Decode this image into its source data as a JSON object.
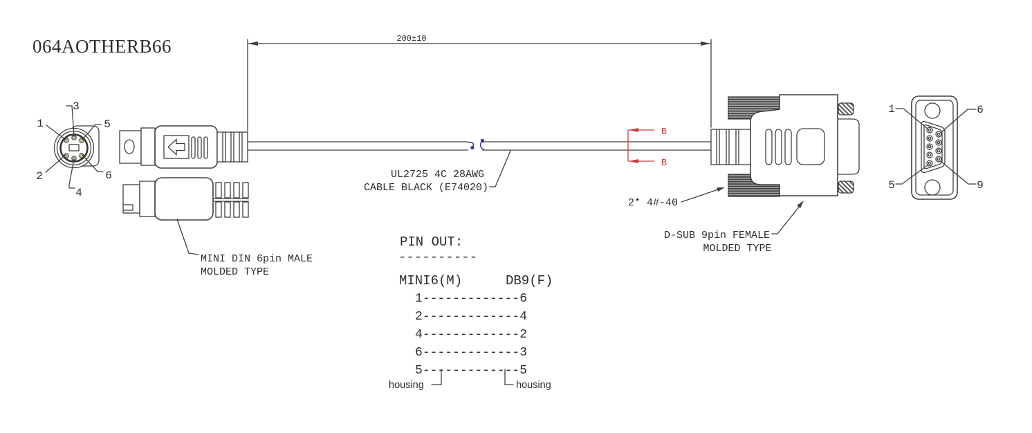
{
  "drawing_number": "064AOTHERB66",
  "dimension": {
    "length_label": "200±10"
  },
  "mini_din": {
    "front_pin_labels": [
      "1",
      "2",
      "3",
      "4",
      "5",
      "6"
    ],
    "type_label_line1": "MINI DIN 6pin MALE",
    "type_label_line2": "MOLDED TYPE"
  },
  "cable": {
    "spec_line1": "UL2725 4C 28AWG",
    "spec_line2": "CABLE BLACK (E74020)"
  },
  "section_marker": {
    "label": "B"
  },
  "d_sub": {
    "screw_label": "2* 4#-40",
    "type_label_line1": "D-SUB 9pin FEMALE",
    "type_label_line2": "MOLDED TYPE",
    "front_pin_labels": [
      "1",
      "6",
      "5",
      "9"
    ]
  },
  "pinout": {
    "heading": "PIN OUT:",
    "underline": "----------",
    "left_header": "MINI6(M)",
    "right_header": "DB9(F)",
    "dashes": "-------------",
    "rows": [
      {
        "from": "1",
        "to": "6"
      },
      {
        "from": "2",
        "to": "4"
      },
      {
        "from": "4",
        "to": "2"
      },
      {
        "from": "6",
        "to": "3"
      },
      {
        "from": "5",
        "to": "5"
      }
    ],
    "housing_left": "housing",
    "housing_right": "housing"
  }
}
